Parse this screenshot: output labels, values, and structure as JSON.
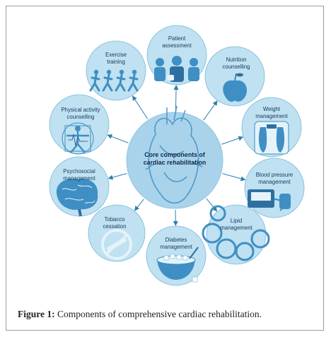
{
  "center": {
    "line1": "Core components of",
    "line2": "cardiac rehabilitation"
  },
  "components": [
    {
      "id": "patient-assessment",
      "lines": [
        "Patient",
        "assessment"
      ],
      "icon": "people-icon"
    },
    {
      "id": "nutrition-counselling",
      "lines": [
        "Nutrition",
        "counselling"
      ],
      "icon": "apple-icon"
    },
    {
      "id": "weight-management",
      "lines": [
        "Weight",
        "management"
      ],
      "icon": "scale-feet-icon"
    },
    {
      "id": "blood-pressure-management",
      "lines": [
        "Blood pressure",
        "management"
      ],
      "icon": "bp-monitor-icon"
    },
    {
      "id": "lipid-management",
      "lines": [
        "Lipid",
        "management"
      ],
      "icon": "lipid-cells-icon"
    },
    {
      "id": "diabetes-management",
      "lines": [
        "Diabetes",
        "management"
      ],
      "icon": "sugar-bowl-icon"
    },
    {
      "id": "tobacco-cessation",
      "lines": [
        "Tobacco",
        "cessation"
      ],
      "icon": "no-smoking-icon"
    },
    {
      "id": "psychosocial-management",
      "lines": [
        "Psychosocial",
        "management"
      ],
      "icon": "brain-icon"
    },
    {
      "id": "physical-activity-counselling",
      "lines": [
        "Physical activity",
        "counselling"
      ],
      "icon": "vitruvian-icon"
    },
    {
      "id": "exercise-training",
      "lines": [
        "Exercise",
        "training"
      ],
      "icon": "runners-icon"
    }
  ],
  "caption": {
    "label": "Figure 1:",
    "text": " Components of comprehensive cardiac rehabilitation."
  },
  "colors": {
    "fill": "#bfe1f1",
    "stroke": "#7ab8d8",
    "icon": "#3f8fc4",
    "iconLight": "#e4f3fa",
    "arrow": "#2f7fb0",
    "center": "#a9d3ea"
  }
}
